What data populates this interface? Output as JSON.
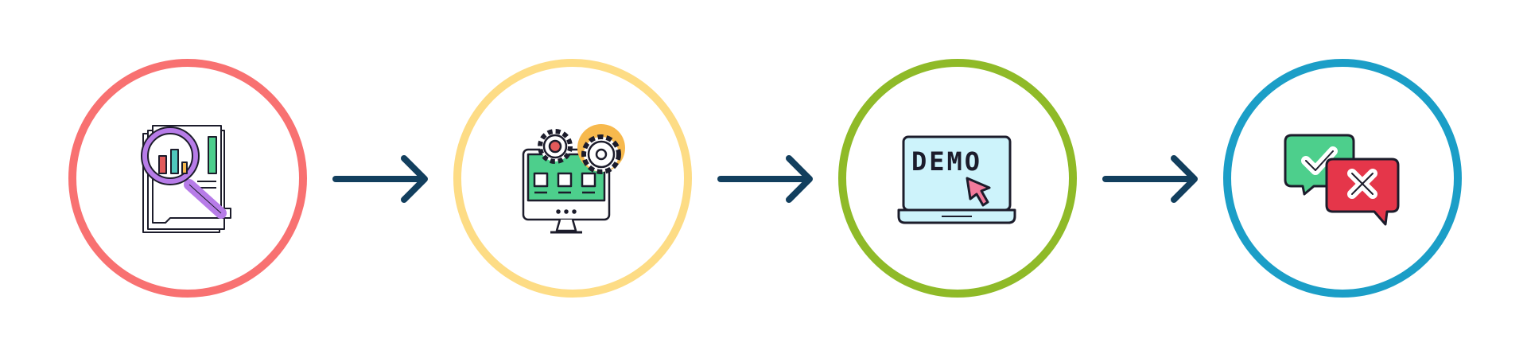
{
  "diagram": {
    "type": "process-flow",
    "steps": [
      {
        "icon": "analysis-report-icon",
        "ring_color": "#f87171"
      },
      {
        "icon": "system-settings-icon",
        "ring_color": "#fddc85"
      },
      {
        "icon": "demo-laptop-icon",
        "ring_color": "#8fba28",
        "label": "DEMO"
      },
      {
        "icon": "approve-reject-chat-icon",
        "ring_color": "#1b9ec7"
      }
    ],
    "connectors": [
      {
        "from": 1,
        "to": 2,
        "color": "#123f5e"
      },
      {
        "from": 2,
        "to": 3,
        "color": "#123f5e"
      },
      {
        "from": 3,
        "to": 4,
        "color": "#123f5e"
      }
    ],
    "colors": {
      "outline": "#1c1c2b",
      "accent_red": "#e25a5a",
      "accent_purple": "#b77ce8",
      "accent_teal": "#4fc7bd",
      "accent_green": "#4dcf8c",
      "accent_orange": "#f7b94d",
      "screen_blue": "#cdf3fb",
      "cursor_pink": "#f27a9b",
      "reject_red": "#e5364a"
    }
  }
}
